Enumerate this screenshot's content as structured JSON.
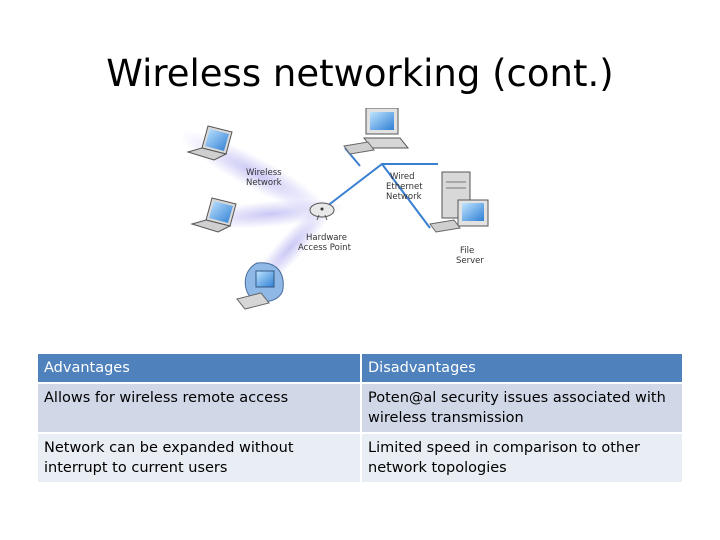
{
  "slide": {
    "title": "Wireless networking (cont.)"
  },
  "diagram": {
    "labels": {
      "wireless_network": [
        "Wireless",
        "Network"
      ],
      "wired_network": [
        "Wired",
        "Ethernet",
        "Network"
      ],
      "access_point": [
        "Hardware",
        "Access Point"
      ],
      "file_server": [
        "File",
        "Server"
      ]
    },
    "icons": [
      "laptop-icon",
      "laptop-icon",
      "imac-icon",
      "desktop-computer-icon",
      "file-server-icon",
      "access-point-icon"
    ]
  },
  "table": {
    "headers": [
      "Advantages",
      "Disadvantages"
    ],
    "rows": [
      [
        "Allows for wireless remote access",
        "Poten@al security issues associated with wireless transmission"
      ],
      [
        "Network can be expanded without interrupt to current users",
        "Limited speed in comparison to other network topologies"
      ]
    ]
  },
  "colors": {
    "header": "#4f81bd",
    "row_odd": "#d0d8e8",
    "row_even": "#e9edf4",
    "wire": "#3b7fd0"
  }
}
